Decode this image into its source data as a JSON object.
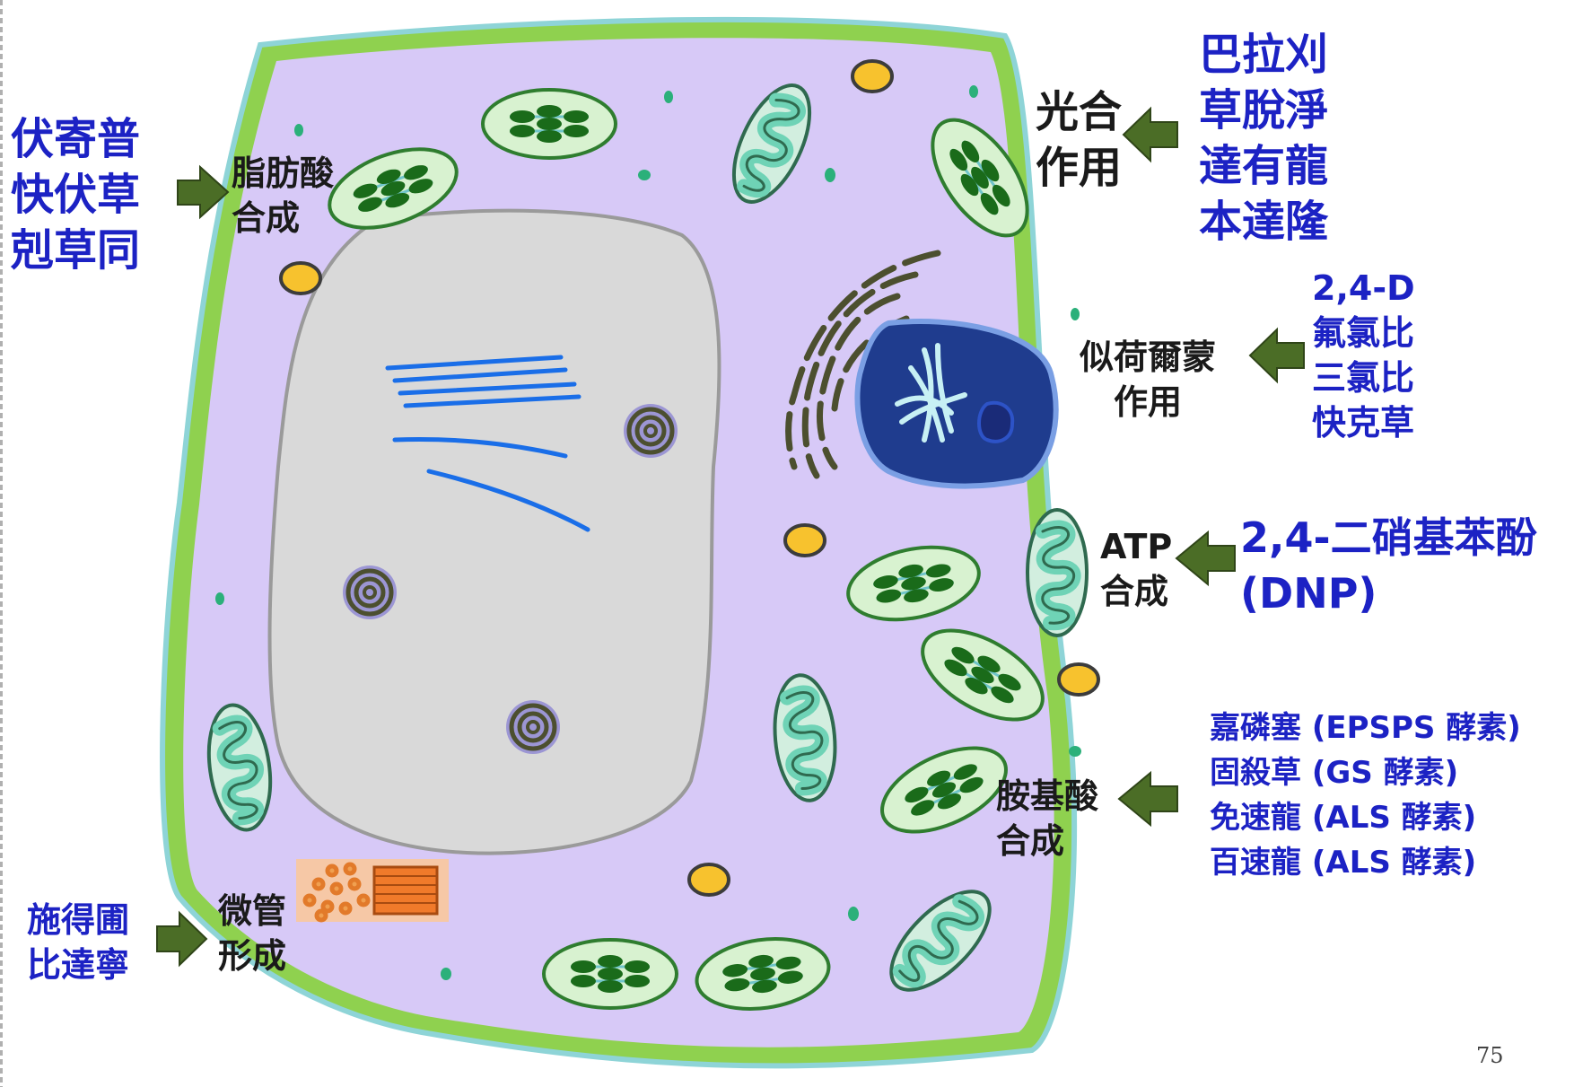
{
  "slide_number": "75",
  "processes": {
    "fatty_acid": [
      "脂肪酸",
      "合成"
    ],
    "photosynthesis": [
      "光合",
      "作用"
    ],
    "hormone": [
      "似荷爾蒙",
      "作用"
    ],
    "atp": [
      "ATP",
      "合成"
    ],
    "amino_acid": [
      "胺基酸",
      "合成"
    ],
    "microtubule": [
      "微管",
      "形成"
    ]
  },
  "herbicides": {
    "fatty_acid": [
      "伏寄普",
      "快伏草",
      "剋草同"
    ],
    "photosynthesis": [
      "巴拉刈",
      "草脫淨",
      "達有龍",
      "本達隆"
    ],
    "hormone": [
      "2,4-D",
      "氟氯比",
      "三氯比",
      "快克草"
    ],
    "atp": [
      "2,4-二硝基苯酚",
      "(DNP)"
    ],
    "amino_acid": [
      "嘉磷塞 (EPSPS 酵素)",
      "固殺草 (GS 酵素)",
      "免速龍 (ALS 酵素)",
      "百速龍 (ALS 酵素)"
    ],
    "microtubule": [
      "施得圃",
      "比達寧"
    ]
  },
  "colors": {
    "cell_wall": "#8fd14f",
    "cytoplasm": "#d7c9f7",
    "vacuole": "#d9d9d9",
    "nucleus": "#1f3c8e",
    "chloroplast": "#d8f2d0",
    "thylakoid": "#1a6b1a",
    "mitochondrion": "#6fd3b6",
    "arrow": "#4b6d26",
    "herbicide_text": "#1c22c4"
  }
}
